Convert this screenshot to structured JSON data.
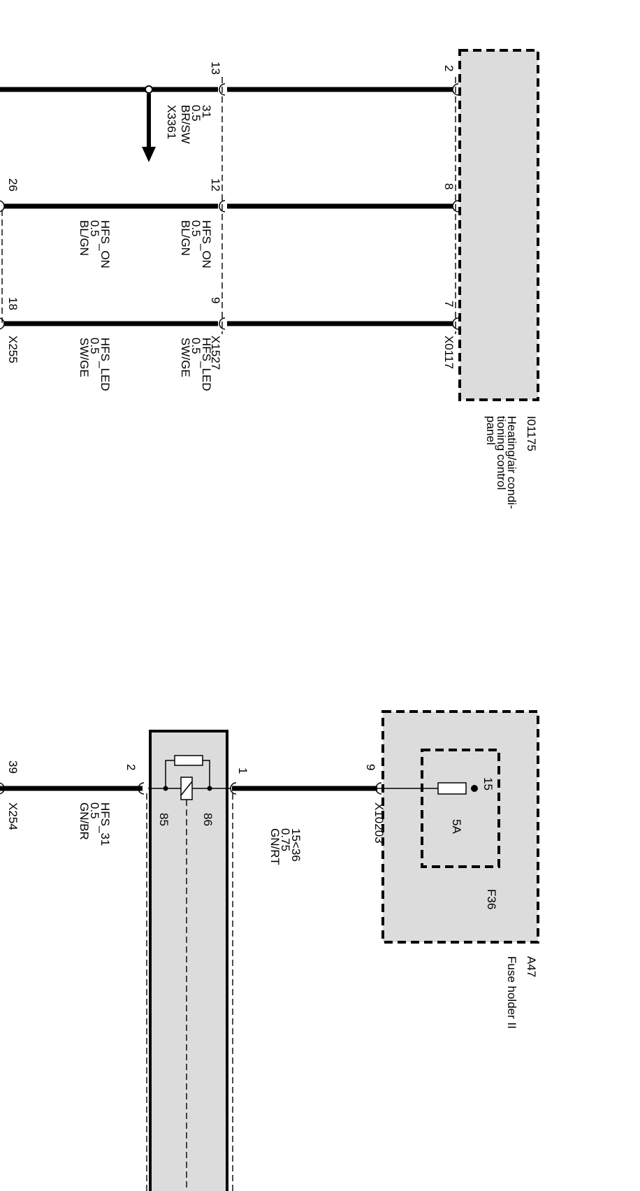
{
  "control_panel": {
    "id": "I01175",
    "name_lines": [
      "Heating/air condi-",
      "tioning control",
      "panel"
    ],
    "connector": "X0117",
    "pins": [
      "2",
      "8",
      "7"
    ]
  },
  "connector_x1527": {
    "id": "X1527",
    "pins": [
      "13",
      "12",
      "9"
    ]
  },
  "connector_x255": {
    "id": "X255",
    "pins": [
      "26",
      "18"
    ]
  },
  "splice": {
    "id": "X3361"
  },
  "wires_upper": [
    {
      "lines": [
        "31",
        "0.5",
        "BR/SW"
      ]
    },
    {
      "lines": [
        "HFS_ON",
        "0.5",
        "BL/GN"
      ]
    },
    {
      "lines": [
        "HFS_LED",
        "0.5",
        "SW/GE"
      ]
    }
  ],
  "wires_left": [
    {
      "lines": [
        "HFS_ON",
        "0.5",
        "BL/GN"
      ]
    },
    {
      "lines": [
        "HFS_LED",
        "0.5",
        "SW/GE"
      ]
    }
  ],
  "fuse_holder": {
    "id": "A47",
    "name": "Fuse holder II",
    "fuse_id": "F36",
    "fuse_rating": "5A",
    "fuse_terminal": "15",
    "connector": "X10203",
    "pin": "9"
  },
  "wire_fuse": {
    "lines": [
      "15<36",
      "0.75",
      "GN/RT"
    ]
  },
  "relay": {
    "pin_in": "1",
    "pin_out": "2",
    "terminal_a": "85",
    "terminal_b": "86"
  },
  "connector_x254": {
    "id": "X254",
    "pin": "39"
  },
  "wire_relay_out": {
    "lines": [
      "HFS_31",
      "0.5",
      "GN/BR"
    ]
  }
}
